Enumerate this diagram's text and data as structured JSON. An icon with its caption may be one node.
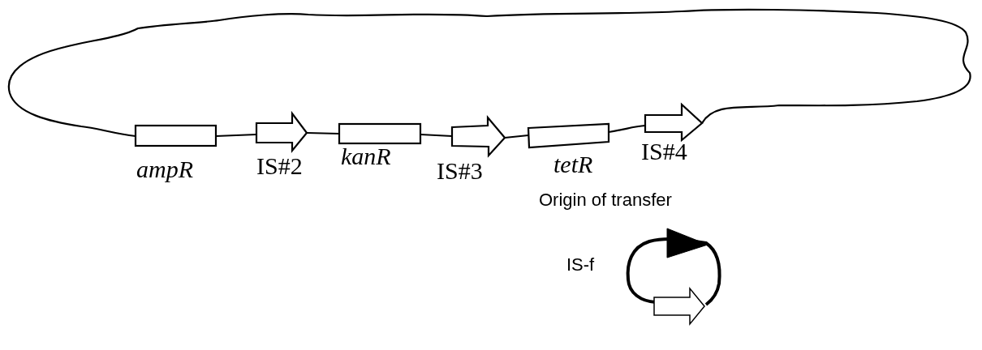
{
  "diagram": {
    "labels": [
      "ampR",
      "IS#2",
      "kanR",
      "IS#3",
      "tetR",
      "IS#4",
      "Origin of transfer",
      "IS-f"
    ]
  }
}
